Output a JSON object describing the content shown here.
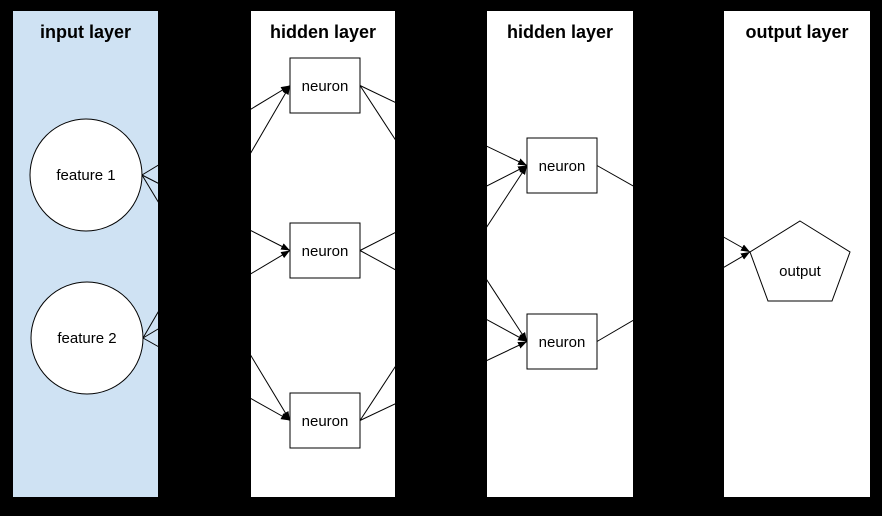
{
  "colors": {
    "background": "#000000",
    "input_panel_fill": "#cfe2f3",
    "panel_fill": "#ffffff",
    "node_fill": "#ffffff",
    "stroke": "#000000",
    "text": "#000000"
  },
  "diagram": {
    "layers": [
      {
        "title": "input layer",
        "panel_fill": "#cfe2f3",
        "nodes": [
          {
            "id": "feature1",
            "label": "feature 1",
            "shape": "circle"
          },
          {
            "id": "feature2",
            "label": "feature 2",
            "shape": "circle"
          }
        ]
      },
      {
        "title": "hidden layer",
        "panel_fill": "#ffffff",
        "nodes": [
          {
            "id": "h1n1",
            "label": "neuron",
            "shape": "rect"
          },
          {
            "id": "h1n2",
            "label": "neuron",
            "shape": "rect"
          },
          {
            "id": "h1n3",
            "label": "neuron",
            "shape": "rect"
          }
        ]
      },
      {
        "title": "hidden layer",
        "panel_fill": "#ffffff",
        "nodes": [
          {
            "id": "h2n1",
            "label": "neuron",
            "shape": "rect"
          },
          {
            "id": "h2n2",
            "label": "neuron",
            "shape": "rect"
          }
        ]
      },
      {
        "title": "output layer",
        "panel_fill": "#ffffff",
        "nodes": [
          {
            "id": "output",
            "label": "output",
            "shape": "pentagon"
          }
        ]
      }
    ],
    "edges": [
      {
        "from": "feature1",
        "to": "h1n1"
      },
      {
        "from": "feature1",
        "to": "h1n2"
      },
      {
        "from": "feature1",
        "to": "h1n3"
      },
      {
        "from": "feature2",
        "to": "h1n1"
      },
      {
        "from": "feature2",
        "to": "h1n2"
      },
      {
        "from": "feature2",
        "to": "h1n3"
      },
      {
        "from": "h1n1",
        "to": "h2n1"
      },
      {
        "from": "h1n1",
        "to": "h2n2"
      },
      {
        "from": "h1n2",
        "to": "h2n1"
      },
      {
        "from": "h1n2",
        "to": "h2n2"
      },
      {
        "from": "h1n3",
        "to": "h2n1"
      },
      {
        "from": "h1n3",
        "to": "h2n2"
      },
      {
        "from": "h2n1",
        "to": "output"
      },
      {
        "from": "h2n2",
        "to": "output"
      }
    ]
  }
}
